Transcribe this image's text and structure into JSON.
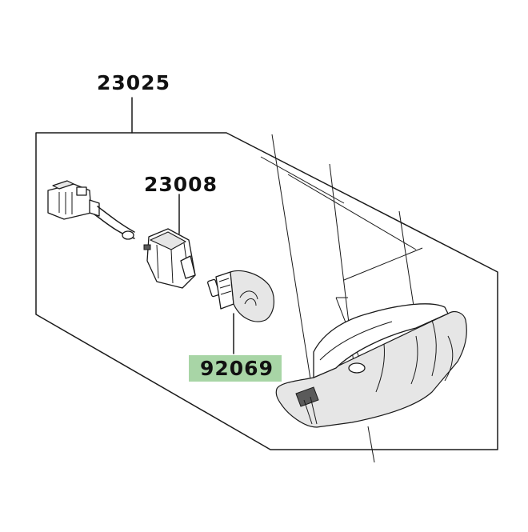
{
  "diagram": {
    "callouts": [
      {
        "part_number": "23025"
      },
      {
        "part_number": "23008"
      },
      {
        "part_number": "92069",
        "highlight_color": "#a8d5a6"
      }
    ],
    "colors": {
      "line": "#1a1a1a",
      "background": "#ffffff",
      "highlight": "#a8d5a6"
    }
  }
}
